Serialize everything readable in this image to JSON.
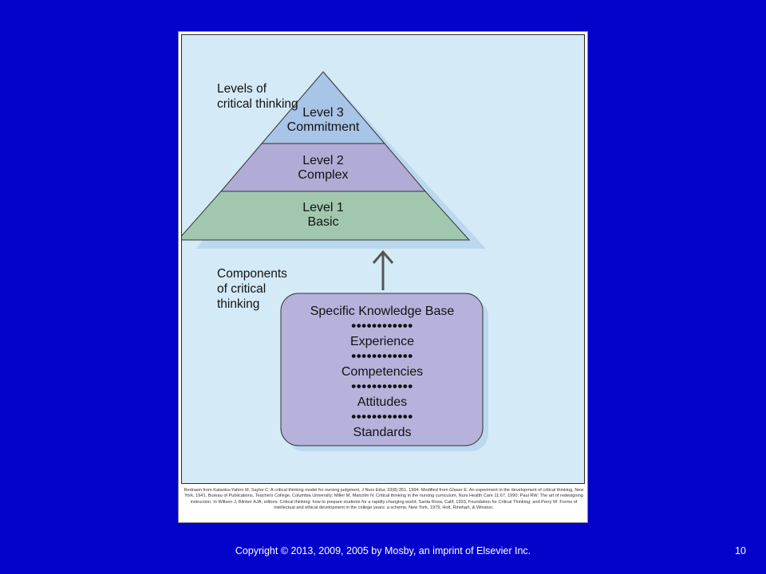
{
  "diagram": {
    "levels_heading": [
      "Levels of",
      "critical thinking"
    ],
    "pyramid": {
      "level3": {
        "title": "Level 3",
        "subtitle": "Commitment",
        "color": "#a8c4e6"
      },
      "level2": {
        "title": "Level 2",
        "subtitle": "Complex",
        "color": "#b0acd6"
      },
      "level1": {
        "title": "Level 1",
        "subtitle": "Basic",
        "color": "#a1c8ae"
      }
    },
    "components_heading": [
      "Components",
      "of critical",
      "thinking"
    ],
    "components": [
      "Specific Knowledge Base",
      "Experience",
      "Competencies",
      "Attitudes",
      "Standards"
    ],
    "separator": "••••••••••••",
    "components_box_color": "#b6b2dc"
  },
  "credit": "Redrawn from Kataoka-Yahiro M, Saylor C: A critical thinking model for nursing judgment, J Nurs Educ 33(8):351, 1994. Modified from Glaser E: An experiment in the development of critical thinking, New York, 1941, Bureau of Publications, Teachers College, Columbia University; Miller M, Malcolm N: Critical thinking in the nursing curriculum, Nurs Health Care 11:67, 1990; Paul RW: The art of redesigning instruction. In Willsen J, Blinker AJA, editors: Critical thinking: how to prepare students for a rapidly changing world, Santa Rosa, Calif, 1993, Foundation for Critical Thinking; and Perry W: Forms of intellectual and ethical development in the college years: a scheme, New York, 1979, Holt, Rinehart, & Winston.",
  "footer": {
    "copyright": "Copyright © 2013, 2009, 2005 by Mosby, an imprint of Elsevier Inc.",
    "page_number": "10"
  },
  "colors": {
    "background": "#0303cc",
    "panel": "#d4eaf7"
  }
}
